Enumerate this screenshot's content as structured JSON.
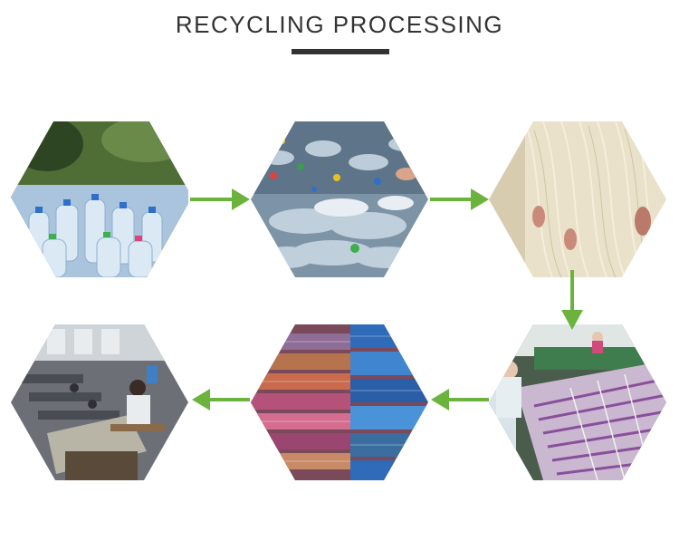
{
  "header": {
    "title": "RECYCLING PROCESSING"
  },
  "colors": {
    "arrow": "#6cb33e",
    "title": "#333333",
    "title_bar": "#333333"
  },
  "steps": [
    {
      "id": "plastic-bottles",
      "icon": "plastic-bottles-photo"
    },
    {
      "id": "crushed-bottles",
      "icon": "crushed-bottles-photo"
    },
    {
      "id": "polyester-fiber",
      "icon": "polyester-fiber-photo"
    },
    {
      "id": "weaving-loom",
      "icon": "weaving-loom-photo"
    },
    {
      "id": "woven-mats",
      "icon": "woven-mats-photo"
    },
    {
      "id": "sewing-workshop",
      "icon": "sewing-workshop-photo"
    }
  ]
}
